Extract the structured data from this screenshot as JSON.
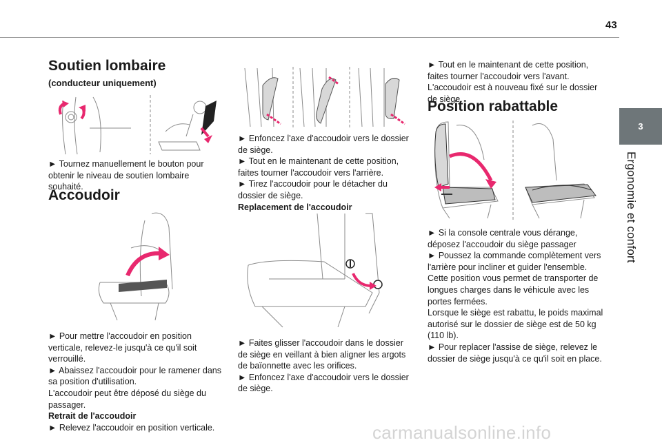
{
  "page_number": "43",
  "chapter": {
    "tab_number": "3",
    "title": "Ergonomie et confort"
  },
  "col1": {
    "heading_lumbar": "Soutien lombaire",
    "subheading_lumbar": "(conducteur uniquement)",
    "text_lumbar": "► Tournez manuellement le bouton pour obtenir le niveau de soutien lombaire souhaité.",
    "heading_armrest": "Accoudoir",
    "p1": "► Pour mettre l'accoudoir en position verticale, relevez-le jusqu'à ce qu'il soit verrouillé.",
    "p2": "► Abaissez l'accoudoir pour le ramener dans sa position d'utilisation.",
    "p3": "L'accoudoir peut être déposé du siège du passager.",
    "bold_removal": "Retrait de l'accoudoir",
    "p4": "► Relevez l'accoudoir en position verticale."
  },
  "col2": {
    "p1": "► Enfoncez l'axe d'accoudoir vers le dossier de siège.",
    "p2": "► Tout en le maintenant de cette position, faites tourner l'accoudoir vers l'arrière.",
    "p3": "► Tirez l'accoudoir pour le détacher du dossier de siège.",
    "bold_replace": "Replacement de l'accoudoir",
    "p4": "► Faites glisser l'accoudoir dans le dossier de siège en veillant à bien aligner les argots de baïonnette avec les orifices.",
    "p5": "► Enfoncez l'axe d'accoudoir vers le dossier de siège."
  },
  "col3": {
    "p0": "► Tout en le maintenant de cette position, faites tourner l'accoudoir vers l'avant. L'accoudoir est à nouveau fixé sur le dossier de siège.",
    "heading_fold": "Position rabattable",
    "p1": "► Si la console centrale vous dérange, déposez l'accoudoir du siège passager",
    "p2": "► Poussez la commande complètement vers l'arrière pour incliner et guider l'ensemble.",
    "p3": "Cette position vous permet de transporter de longues charges dans le véhicule avec les portes fermées.",
    "p4": "Lorsque le siège est rabattu, le poids maximal autorisé sur le dossier de siège est de 50 kg (110 lb).",
    "p5": "► Pour replacer l'assise de siège, relevez le dossier de siège jusqu'à ce qu'il soit en place."
  },
  "watermark": "carmanualsonline.info",
  "colors": {
    "accent": "#e8286e",
    "tab": "#6e7679",
    "line": "#8a8a8a"
  }
}
